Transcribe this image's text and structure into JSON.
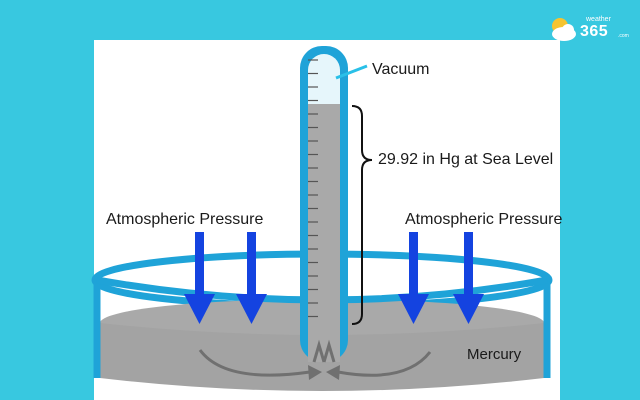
{
  "brand": {
    "name_small": "weather",
    "name_big": "365",
    "name_suffix": ".com"
  },
  "labels": {
    "vacuum": "Vacuum",
    "column_height": "29.92 in Hg at Sea Level",
    "pressure_left": "Atmospheric Pressure",
    "pressure_right": "Atmospheric Pressure",
    "mercury": "Mercury"
  },
  "colors": {
    "background": "#38c8e0",
    "dish_rim": "#1fa3d8",
    "mercury": "#a9a9a9",
    "arrow": "#1443e0",
    "vacuum": "#e6f6fb"
  }
}
